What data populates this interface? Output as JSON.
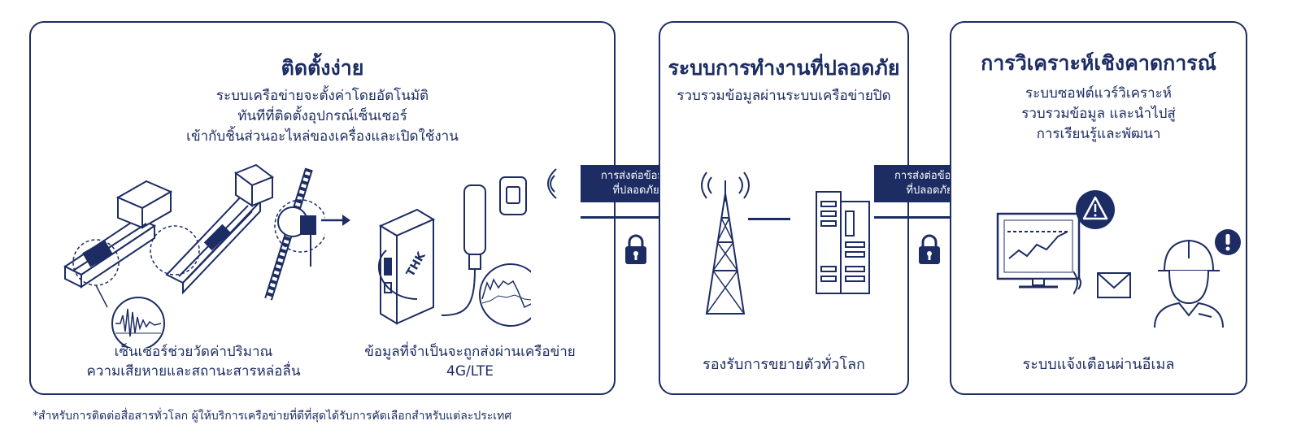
{
  "panel_install": {
    "title": "ติดตั้งง่าย",
    "subtitle_lines": [
      "ระบบเครือข่ายจะตั้งค่าโดยอัตโนมัติ",
      "ทันทีที่ติดตั้งอุปกรณ์เซ็นเซอร์",
      "เข้ากับชิ้นส่วนอะไหล่ของเครื่องและเปิดใช้งาน"
    ],
    "caption_left_lines": [
      "เซ็นเซอร์ช่วยวัดค่าปริมาณ",
      "ความเสียหายและสถานะสารหล่อลื่น"
    ],
    "caption_right_lines": [
      "ข้อมูลที่จำเป็นจะถูกส่งผ่านเครือข่าย",
      "4G/LTE"
    ]
  },
  "panel_secure": {
    "title": "ระบบการทำงานที่ปลอดภัย",
    "subtitle": "รวบรวมข้อมูลผ่านระบบเครือข่ายปิด",
    "caption": "รองรับการขยายตัวทั่วโลก"
  },
  "panel_predict": {
    "title": "การวิเคราะห์เชิงคาดการณ์",
    "subtitle_lines": [
      "ระบบซอฟต์แวร์วิเคราะห์",
      "รวบรวมข้อมูล และนำไปสู่",
      "การเรียนรู้และพัฒนา"
    ],
    "caption": "ระบบแจ้งเตือนผ่านอีเมล"
  },
  "transfer_label_lines": [
    "การส่งต่อข้อมูล",
    "ที่ปลอดภัย"
  ],
  "device_logo": "THK",
  "footnote": "*สำหรับการติดต่อสื่อสารทั่วโลก ผู้ให้บริการเครือข่ายที่ดีที่สุดได้รับการคัดเลือกสำหรับแต่ละประเทศ",
  "colors": {
    "navy": "#1d2d63",
    "white": "#ffffff"
  },
  "icons": [
    "linear-guide-icon",
    "actuator-icon",
    "ball-screw-icon",
    "vibration-graph-icon",
    "arrow-right-icon",
    "gateway-device-icon",
    "usb-modem-icon",
    "sim-card-icon",
    "waveform-graph-icon",
    "lock-icon",
    "cell-tower-icon",
    "server-icon",
    "monitor-alert-icon",
    "warning-icon",
    "envelope-icon",
    "worker-icon",
    "exclamation-icon"
  ]
}
